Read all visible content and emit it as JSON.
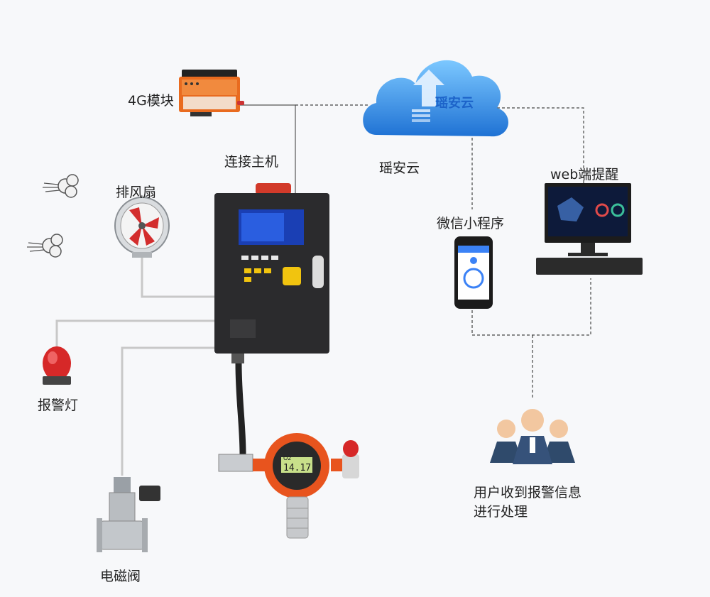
{
  "labels": {
    "module_4g": "4G模块",
    "host_connection": "连接主机",
    "cloud": "瑶安云",
    "cloud_logo_text": "瑶安云",
    "web_alert": "web端提醒",
    "fan": "排风扇",
    "mini_program": "微信小程序",
    "alarm_light": "报警灯",
    "solenoid_valve": "电磁阀",
    "user_line1": "用户收到报警信息",
    "user_line2": "进行处理"
  },
  "detector": {
    "display_value": "14.17",
    "display_unit": "O2"
  },
  "colors": {
    "controller_body": "#2b2b2d",
    "screen": "#1a3fb4",
    "detector_orange": "#e8541e",
    "cloud_blue": "#2e8fe0",
    "module_orange": "#e96b1f",
    "wire_gray": "#c8c8c8",
    "dashed_line": "#444444"
  }
}
